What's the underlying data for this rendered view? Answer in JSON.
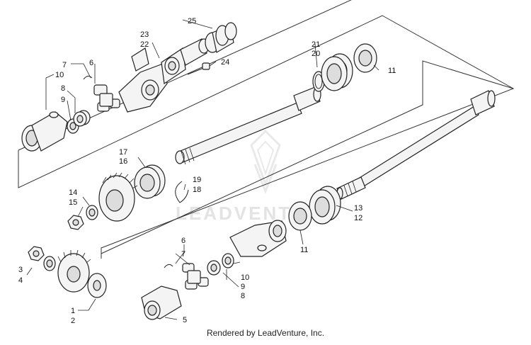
{
  "callouts": {
    "c1": "1",
    "c2": "2",
    "c3": "3",
    "c4": "4",
    "c5": "5",
    "c6a": "6",
    "c6b": "6",
    "c7a": "7",
    "c7b": "7",
    "c8a": "8",
    "c8b": "8",
    "c9a": "9",
    "c9b": "9",
    "c10a": "10",
    "c10b": "10",
    "c11a": "11",
    "c11b": "11",
    "c12": "12",
    "c13": "13",
    "c14": "14",
    "c15": "15",
    "c16": "16",
    "c17": "17",
    "c18": "18",
    "c19": "19",
    "c20": "20",
    "c21": "21",
    "c22": "22",
    "c23": "23",
    "c24": "24",
    "c25": "25"
  },
  "watermark": {
    "text": "LEADVENTURE"
  },
  "footer": {
    "text": "Rendered by LeadVenture, Inc."
  }
}
